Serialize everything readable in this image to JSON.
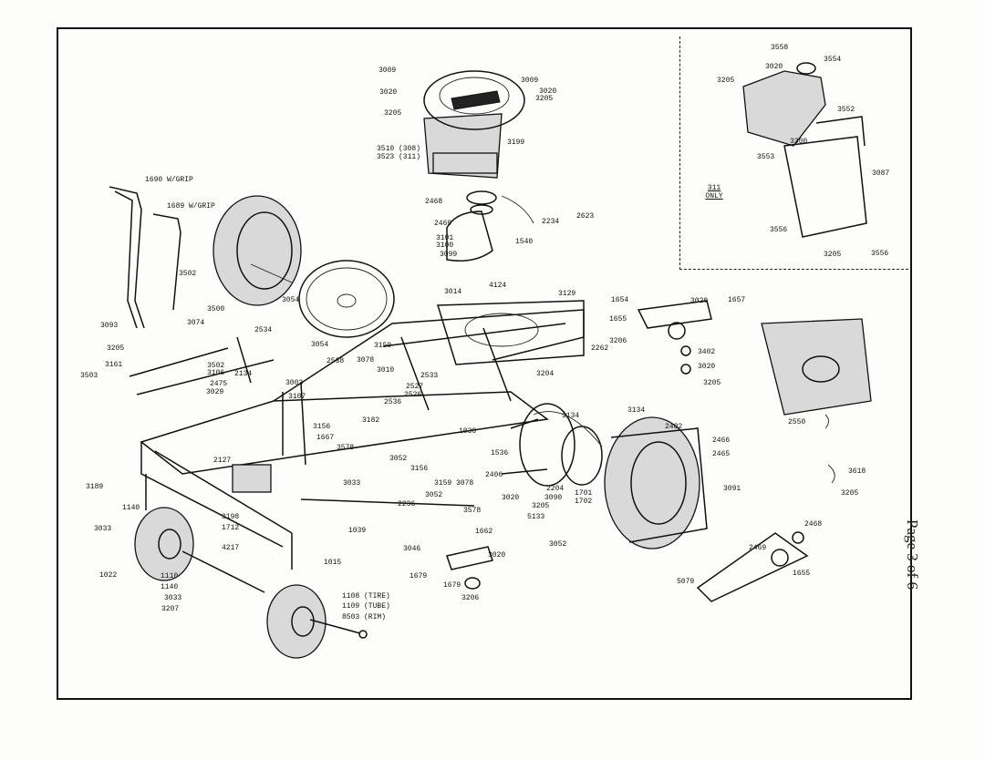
{
  "page": {
    "label": "Page 3 of 6"
  },
  "inset": {
    "note": "311 ONLY"
  },
  "labels": {
    "l3009a": "3009",
    "l3009b": "3009",
    "l3020a": "3020",
    "l3020b": "3020",
    "l3205a": "3205",
    "l3205b": "3205",
    "l3510": "3510 (308)",
    "l3523": "3523 (311)",
    "l3199": "3199",
    "l2623": "2623",
    "l2468a": "2468",
    "l2469a": "2469",
    "l3101": "3101",
    "l3100": "3100",
    "l3099": "3099",
    "l1540": "1540",
    "l2234": "2234",
    "l1690": "1690 W/GRIP",
    "l1689": "1689 W/GRIP",
    "l3502a": "3502",
    "l3054a": "3054",
    "l3054b": "3054",
    "l2534": "2534",
    "l3093": "3093",
    "l3205c": "3205",
    "l3074": "3074",
    "l3500": "3500",
    "l3161": "3161",
    "l3503": "3503",
    "l3502b": "3502",
    "l3106": "3106",
    "l2475": "2475",
    "l2134": "2134",
    "l3029": "3029",
    "l3003": "3003",
    "l3107": "3107",
    "l2538": "2538",
    "l3078a": "3078",
    "l3159a": "3159",
    "l3010": "3010",
    "l2533": "2533",
    "l2527": "2527",
    "l2526": "2526",
    "l2536": "2536",
    "l3182": "3182",
    "l3014": "3014",
    "l4124": "4124",
    "l3129": "3129",
    "l2262": "2262",
    "l3204": "3204",
    "l1654": "1654",
    "l3020c": "3020",
    "l1657": "1657",
    "l1655a": "1655",
    "l3206a": "3206",
    "l3402": "3402",
    "l3020d": "3020",
    "l3205d": "3205",
    "l3134a": "3134",
    "l3134b": "3134",
    "l1030": "1030",
    "l3156a": "3156",
    "l1667": "1667",
    "l3578a": "3578",
    "l3156b": "3156",
    "l3052a": "3052",
    "l2127": "2127",
    "l1536": "1536",
    "l2204": "2204",
    "l2406": "2406",
    "l3078b": "3078",
    "l3159b": "3159",
    "l3052b": "3052",
    "l3033a": "3033",
    "l1039": "1039",
    "l2236": "2236",
    "l1701": "1701",
    "l1702": "1702",
    "l3090": "3090",
    "l3020e": "3020",
    "l3205e": "3205",
    "l3578b": "3578",
    "l5133": "5133",
    "l1662": "1662",
    "l2402": "2402",
    "l2466": "2466",
    "l2465": "2465",
    "l3091": "3091",
    "l3189": "3189",
    "l1140a": "1140",
    "l3033b": "3033",
    "l3198": "3198",
    "l1712": "1712",
    "l4217": "4217",
    "l1022": "1022",
    "l1110": "1110",
    "l1140b": "1140",
    "l3033c": "3033",
    "l3207": "3207",
    "l1015": "1015",
    "l1108": "1108 (TIRE)",
    "l1109": "1109 (TUBE)",
    "l8503": "8503 (RIM)",
    "l3046": "3046",
    "l1679a": "1679",
    "l1679b": "1679",
    "l3206b": "3206",
    "l3020f": "3020",
    "l3052c": "3052",
    "l2550": "2550",
    "l3618": "3618",
    "l3205f": "3205",
    "l2468b": "2468",
    "l2469b": "2469",
    "l1655b": "1655",
    "l5079": "5079",
    "l3558": "3558",
    "l3020g": "3020",
    "l3554": "3554",
    "l3205g": "3205",
    "l3552": "3552",
    "l3300": "3300",
    "l3553": "3553",
    "l3087": "3087",
    "l3556a": "3556",
    "l3556b": "3556",
    "l3205h": "3205"
  }
}
